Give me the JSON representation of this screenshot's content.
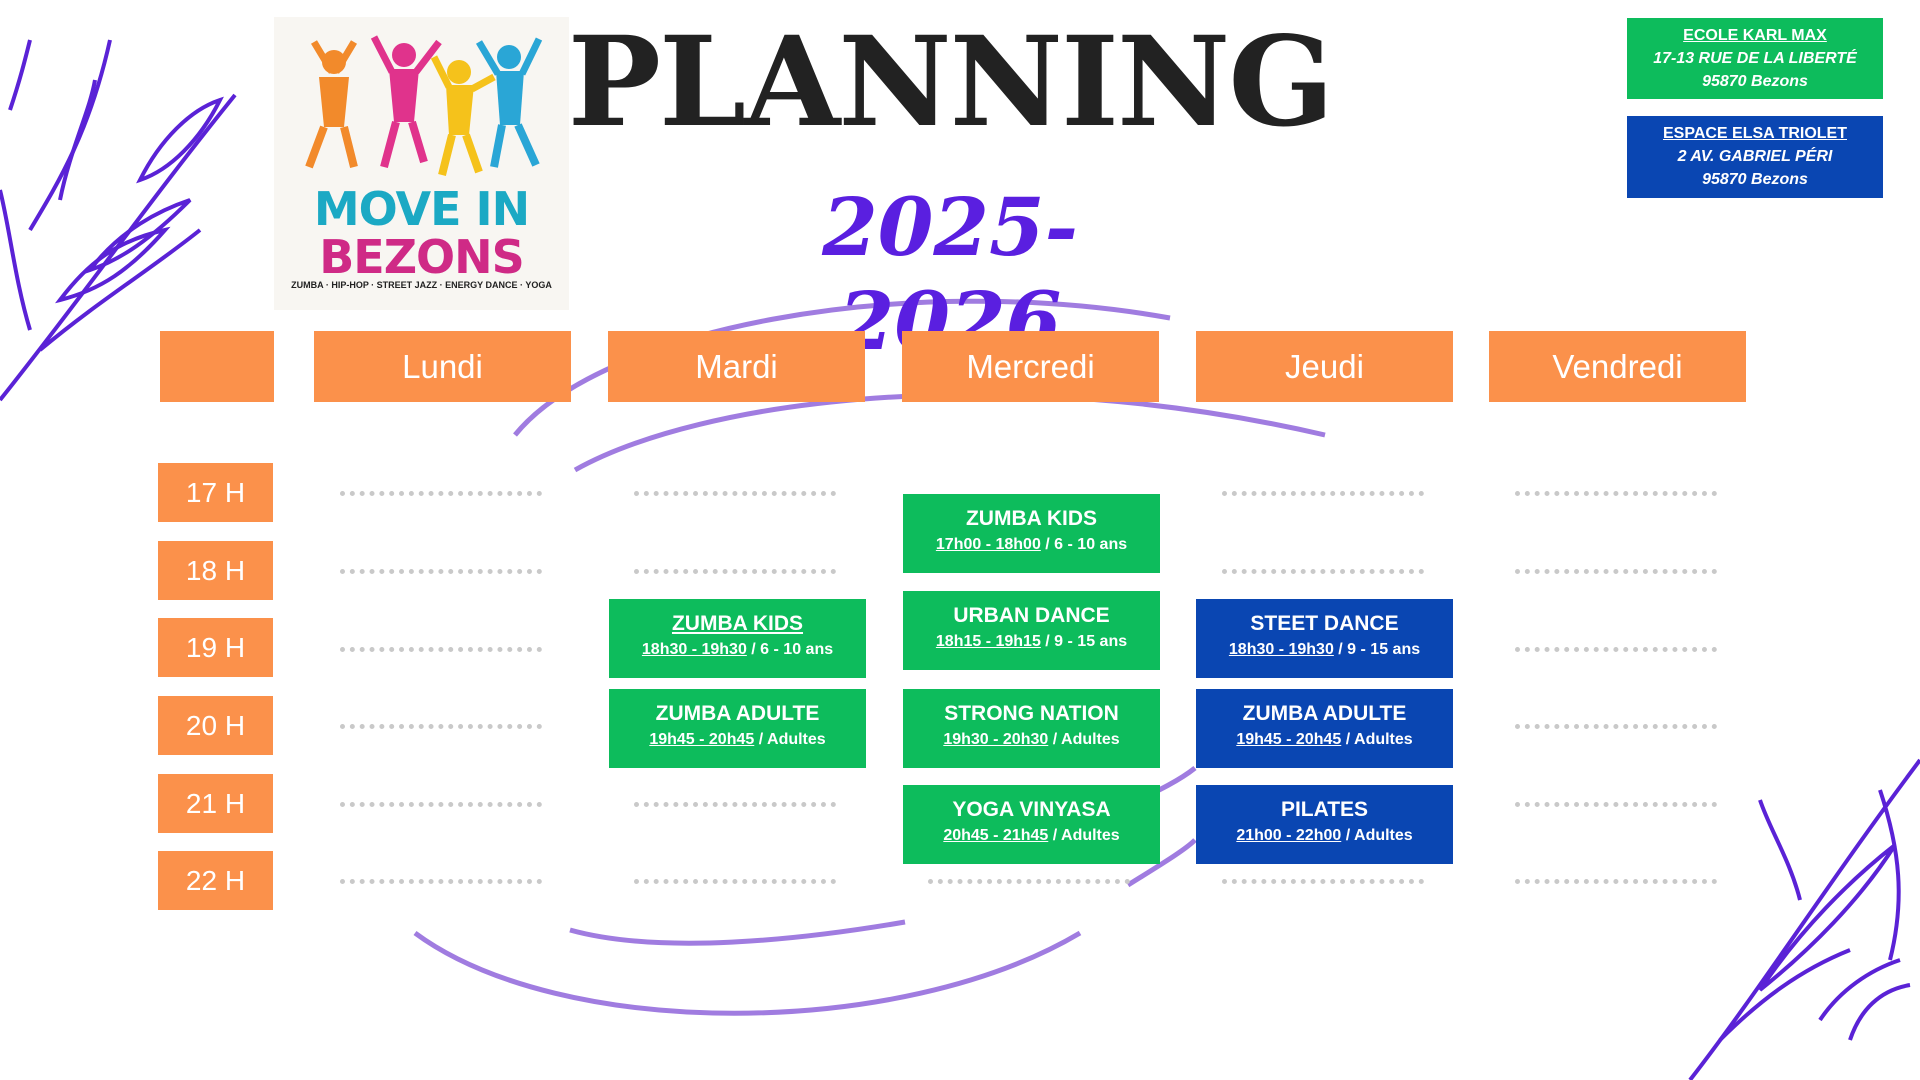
{
  "logo": {
    "line1": "MOVE IN",
    "line2": "BEZONS",
    "tagline": "ZUMBA · HIP-HOP · STREET JAZZ · ENERGY DANCE · YOGA"
  },
  "title": "PLANNING",
  "year": "2025-2026",
  "addresses": [
    {
      "name": "ECOLE KARL MAX",
      "street": "17-13 RUE DE LA LIBERTÉ",
      "city": "95870 Bezons",
      "color": "#0dbc5c"
    },
    {
      "name": "ESPACE ELSA TRIOLET",
      "street": "2 AV. GABRIEL PÉRI",
      "city": "95870 Bezons",
      "color": "#0a46b2"
    }
  ],
  "days": [
    "Lundi",
    "Mardi",
    "Mercredi",
    "Jeudi",
    "Vendredi"
  ],
  "hours": [
    "17 H",
    "18 H",
    "19 H",
    "20 H",
    "21 H",
    "22 H"
  ],
  "classes": {
    "mardi": [
      {
        "name": "ZUMBA KIDS",
        "time": "18h30 - 19h30",
        "audience": " / 6 - 10 ans"
      },
      {
        "name": "ZUMBA ADULTE",
        "time": "19h45 - 20h45",
        "audience": " / Adultes"
      }
    ],
    "mercredi": [
      {
        "name": "ZUMBA KIDS",
        "time": "17h00 - 18h00",
        "audience": " / 6 - 10 ans"
      },
      {
        "name": "URBAN DANCE",
        "time": "18h15 - 19h15",
        "audience": " / 9 - 15 ans"
      },
      {
        "name": "STRONG NATION",
        "time": "19h30 - 20h30",
        "audience": " / Adultes"
      },
      {
        "name": "YOGA VINYASA",
        "time": "20h45 - 21h45",
        "audience": " / Adultes"
      }
    ],
    "jeudi": [
      {
        "name": "STEET DANCE",
        "time": "18h30 - 19h30",
        "audience": " / 9 - 15 ans"
      },
      {
        "name": "ZUMBA ADULTE",
        "time": "19h45 - 20h45",
        "audience": " / Adultes"
      },
      {
        "name": "PILATES",
        "time": "21h00 - 22h00",
        "audience": " / Adultes"
      }
    ]
  },
  "colors": {
    "orange": "#fb914b",
    "green": "#0dbc5c",
    "blue": "#0a46b2",
    "purple": "#5a1fe0"
  }
}
